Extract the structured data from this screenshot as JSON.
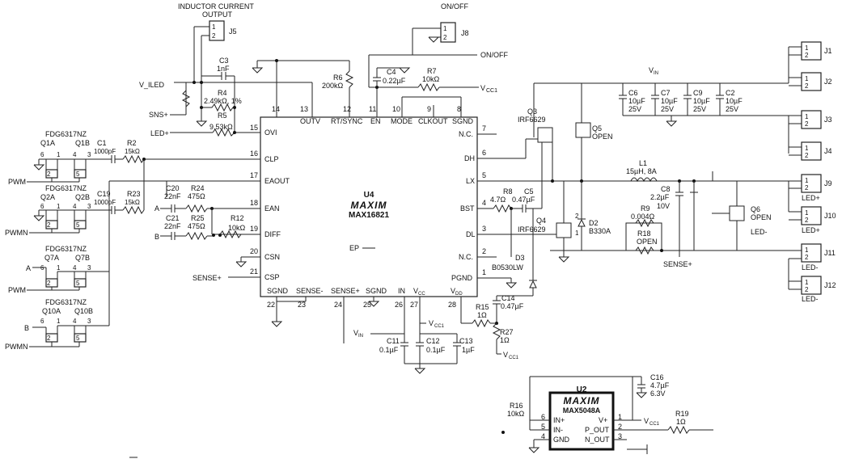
{
  "u4": {
    "ref": "U4",
    "logo": "MAXIM",
    "part": "MAX16821",
    "pins": {
      "p14": "14",
      "p13": "13",
      "p12": "12",
      "p11": "11",
      "p10": "10",
      "p9": "9",
      "p8": "8",
      "outv": "OUTV",
      "rtsync": "RT/SYNC",
      "en": "EN",
      "mode": "MODE",
      "clkout": "CLKOUT",
      "sgnd_top": "SGND",
      "p15": "15",
      "ovi": "OVI",
      "p16": "16",
      "clp": "CLP",
      "p17": "17",
      "eaout": "EAOUT",
      "p18": "18",
      "ean": "EAN",
      "p19": "19",
      "diff": "DIFF",
      "p20": "20",
      "csn": "CSN",
      "p21": "21",
      "csp": "CSP",
      "p7": "7",
      "nc1": "N.C.",
      "p6": "6",
      "dh": "DH",
      "p5": "5",
      "lx": "LX",
      "p4": "4",
      "bst": "BST",
      "p3": "3",
      "dl": "DL",
      "p2": "2",
      "nc2": "N.C.",
      "p1": "1",
      "pgnd": "PGND",
      "sgnd1": "SGND",
      "sense_m": "SENSE-",
      "sense_p": "SENSE+",
      "sgnd2": "SGND",
      "in": "IN",
      "vcc": "V",
      "vcc_sub": "CC",
      "vdd": "V",
      "vdd_sub": "DD",
      "p22": "22",
      "p23": "23",
      "p24": "24",
      "p25": "25",
      "p26": "26",
      "p27": "27",
      "p28": "28",
      "ep": "EP"
    }
  },
  "u2": {
    "ref": "U2",
    "logo": "MAXIM",
    "part": "MAX5048A",
    "pins": {
      "inp": "IN+",
      "inn": "IN-",
      "gnd": "GND",
      "vp": "V+",
      "pout": "P_OUT",
      "nout": "N_OUT",
      "p6": "6",
      "p5": "5",
      "p4": "4",
      "p1": "1",
      "p2": "2",
      "p3": "3"
    }
  },
  "labels": {
    "inductor_title1": "INDUCTOR CURRENT",
    "inductor_title2": "OUTPUT",
    "v_iled": "V_ILED",
    "sns_plus": "SNS+",
    "led_plus_in": "LED+",
    "pwm1": "PWM",
    "pwmn1": "PWMN",
    "a1": "A",
    "pwm2": "PWM",
    "b1": "B",
    "pwmn2": "PWMN",
    "a2": "A",
    "b2": "B",
    "sense_plus_in": "SENSE+",
    "onoff_title": "ON/OFF",
    "onoff_out": "ON/OFF",
    "vcc1_r7": "V",
    "vcc1_r7_sub": "CC1",
    "vin_top": "V",
    "vin_top_sub": "IN",
    "vin_bot": "V",
    "vin_bot_sub": "IN",
    "vcc1_c12": "V",
    "vcc1_c12_sub": "CC1",
    "vcc1_r27": "V",
    "vcc1_r27_sub": "CC1",
    "vcc1_u2": "V",
    "vcc1_u2_sub": "CC1",
    "sense_plus_out": "SENSE+",
    "led_plus_j9": "LED+",
    "led_plus_j10": "LED+",
    "led_minus_q6": "LED-",
    "led_minus_j11": "LED-",
    "led_minus_j12": "LED-"
  },
  "components": {
    "j5": "J5",
    "j8": "J8",
    "j1": "J1",
    "j2": "J2",
    "j3": "J3",
    "j4": "J4",
    "j9": "J9",
    "j10": "J10",
    "j11": "J11",
    "j12": "J12",
    "pin1": "1",
    "pin2": "2",
    "c3": "C3",
    "c3v": "1nF",
    "r4": "R4",
    "r4v": "2.49kΩ, 1%",
    "r5": "R5",
    "r5v": "9.53kΩ",
    "r6": "R6",
    "r6v": "200kΩ",
    "c4": "C4",
    "c4v": "0.22µF",
    "r7": "R7",
    "r7v": "10kΩ",
    "c1": "C1",
    "c1v": "1000pF",
    "r2": "R2",
    "r2v": "15kΩ",
    "c19": "C19",
    "c19v": "1000pF",
    "r23": "R23",
    "r23v": "15kΩ",
    "c20": "C20",
    "c20v": "22nF",
    "r24": "R24",
    "r24v": "475Ω",
    "c21": "C21",
    "c21v": "22nF",
    "r25": "R25",
    "r25v": "475Ω",
    "r12": "R12",
    "r12v": "10kΩ",
    "q1": "FDG6317NZ",
    "q1a": "Q1A",
    "q1b": "Q1B",
    "q2": "FDG6317NZ",
    "q2a": "Q2A",
    "q2b": "Q2B",
    "q7": "FDG6317NZ",
    "q7a": "Q7A",
    "q7b": "Q7B",
    "q10": "FDG6317NZ",
    "q10a": "Q10A",
    "q10b": "Q10B",
    "qp6": "6",
    "qp1": "1",
    "qp4": "4",
    "qp3": "3",
    "qp2": "2",
    "qp5": "5",
    "q3": "Q3",
    "q3v": "IRF6629",
    "q5": "Q5",
    "q5v": "OPEN",
    "q4": "Q4",
    "q4v": "IRF6629",
    "d2": "D2",
    "d2v": "B330A",
    "d2p2": "2",
    "d2p1": "1",
    "d3": "D3",
    "d3v": "B0530LW",
    "r8": "R8",
    "r8v": "4.7Ω",
    "c5": "C5",
    "c5v": "0.47µF",
    "c6": "C6",
    "c6v": "10µF",
    "c6r": "25V",
    "c7": "C7",
    "c7v": "10µF",
    "c7r": "25V",
    "c9": "C9",
    "c9v": "10µF",
    "c9r": "25V",
    "c2": "C2",
    "c2v": "10µF",
    "c2r": "25V",
    "l1": "L1",
    "l1v": "15µH, 8A",
    "c8": "C8",
    "c8v": "2.2µF",
    "c8r": "10V",
    "r9": "R9",
    "r9v": "0.004Ω",
    "r18": "R18",
    "r18v": "OPEN",
    "q6": "Q6",
    "q6v": "OPEN",
    "c14": "C14",
    "c14v": "0.47µF",
    "r15": "R15",
    "r15v": "1Ω",
    "r27": "R27",
    "r27v": "1Ω",
    "c11": "C11",
    "c11v": "0.1µF",
    "c12": "C12",
    "c12v": "0.1µF",
    "c13": "C13",
    "c13v": "1µF",
    "c16": "C16",
    "c16v": "4.7µF",
    "c16r": "6.3V",
    "r16": "R16",
    "r16v": "10kΩ",
    "r19": "R19",
    "r19v": "1Ω"
  }
}
